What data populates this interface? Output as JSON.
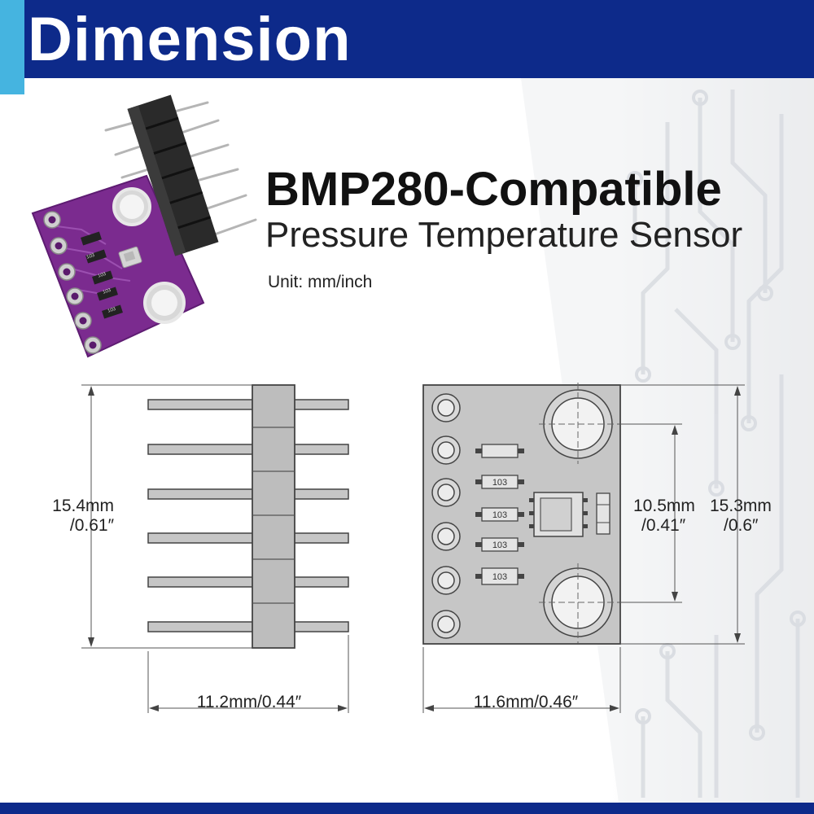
{
  "header": {
    "title": "Dimension",
    "bar_color": "#0d2a8a",
    "accent_color": "#45b4e0"
  },
  "product": {
    "title": "BMP280-Compatible",
    "subtitle": "Pressure Temperature Sensor",
    "unit_label": "Unit: mm/inch",
    "board_color": "#7b2b8f",
    "drawing_fill": "#c6c6c6"
  },
  "dimensions": {
    "pin_height_mm": "15.4mm",
    "pin_height_in": "/0.61″",
    "pin_length": "11.2mm/0.44″",
    "board_width": "11.6mm/0.46″",
    "hole_spacing_mm": "10.5mm",
    "hole_spacing_in": "/0.41″",
    "board_height_mm": "15.3mm",
    "board_height_in": "/0.6″"
  },
  "component_labels": [
    "103",
    "103",
    "103",
    "103",
    "103",
    "103",
    "103"
  ],
  "icons": [
    "pcb-photo",
    "header-pins-drawing",
    "board-top-drawing",
    "circuit-trace-background"
  ]
}
